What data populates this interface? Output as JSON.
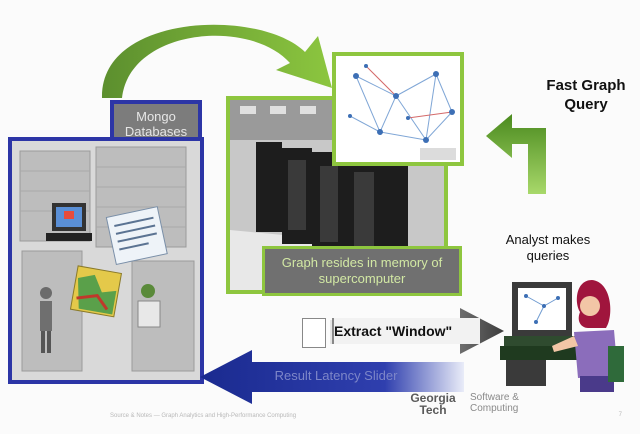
{
  "labels": {
    "mongo": "Mongo Databases",
    "supercomputer": "Graph resides in memory of supercomputer",
    "fast_query": "Fast Graph Query",
    "analyst": "Analyst makes queries",
    "extract": "Extract \"Window\"",
    "result": "Result Latency Slider"
  },
  "footer": {
    "logo": "Georgia Tech",
    "department": "Software & Computing",
    "text": "Source & Notes — Graph Analytics and High-Performance Computing",
    "page": "7"
  },
  "colors": {
    "blue_frame": "#2c35a6",
    "green_frame": "#8ec63f",
    "green_arrow": "#4d8a22",
    "blue_arrow": "#1f2e9a",
    "gray_arrow": "#555555"
  },
  "icons": [
    "curved-arrow-icon",
    "bent-arrow-icon",
    "right-arrow-icon",
    "left-arrow-icon",
    "analyst-icon",
    "server-rack-icon",
    "network-graph-icon",
    "newspaper-icon",
    "computer-icon",
    "map-icon",
    "person-icon"
  ]
}
